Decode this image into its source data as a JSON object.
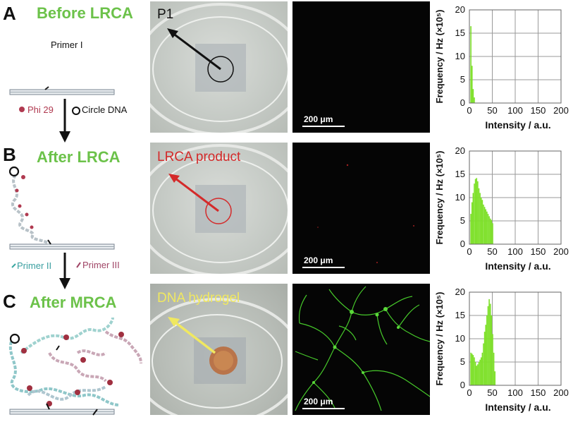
{
  "rows": [
    {
      "letter": "A",
      "title": "Before LRCA",
      "photo_label": "P1",
      "photo_label_color": "#111111",
      "scale_bar": "200 μm",
      "diagram": {
        "primer": "Primer I",
        "enzyme": "Phi 29",
        "circle": "Circle DNA"
      }
    },
    {
      "letter": "B",
      "title": "After LRCA",
      "photo_label": "LRCA product",
      "photo_label_color": "#d42a2a",
      "scale_bar": "200 μm",
      "diagram": {
        "primer2": "Primer II",
        "primer3": "Primer III"
      }
    },
    {
      "letter": "C",
      "title": "After MRCA",
      "photo_label": "DNA hydrogel",
      "photo_label_color": "#f0e860",
      "scale_bar": "200 μm"
    }
  ],
  "colors": {
    "title_green": "#6cc24a",
    "bar_green": "#7ee02a"
  },
  "chart_data": [
    {
      "type": "bar",
      "x_range": [
        0,
        200
      ],
      "bin_width": 2.5,
      "x_start": 2,
      "values": [
        16.5,
        8,
        3,
        1.2
      ],
      "xlabel": "Intensity / a.u.",
      "ylabel": "Frequency / Hz (×10⁵)",
      "xticks": [
        0,
        50,
        100,
        150,
        200
      ],
      "yticks": [
        0,
        5,
        10,
        15,
        20
      ],
      "ylim": [
        0,
        20
      ],
      "grid": true
    },
    {
      "type": "bar",
      "x_range": [
        0,
        200
      ],
      "bin_width": 2.5,
      "x_start": 2,
      "values": [
        6.5,
        9,
        11,
        13,
        14,
        14.2,
        13.5,
        12,
        11,
        10,
        9.5,
        8.5,
        8,
        7.5,
        7,
        6.5,
        6,
        5.5,
        5.2,
        4.5
      ],
      "xlabel": "Intensity / a.u.",
      "ylabel": "Frequency / Hz (×10⁵)",
      "xticks": [
        0,
        50,
        100,
        150,
        200
      ],
      "yticks": [
        0,
        5,
        10,
        15,
        20
      ],
      "ylim": [
        0,
        20
      ],
      "grid": true
    },
    {
      "type": "bar",
      "x_range": [
        0,
        200
      ],
      "bin_width": 2.5,
      "x_start": 2,
      "values": [
        7,
        6.8,
        6.5,
        6,
        5,
        4.2,
        4.5,
        5,
        5.5,
        6,
        7,
        9,
        11.5,
        13,
        15,
        17,
        18.5,
        17.5,
        15,
        11,
        7,
        3
      ],
      "xlabel": "Intensity / a.u.",
      "ylabel": "Frequency / Hz (×10⁵)",
      "xticks": [
        0,
        50,
        100,
        150,
        200
      ],
      "yticks": [
        0,
        5,
        10,
        15,
        20
      ],
      "ylim": [
        0,
        20
      ],
      "grid": true
    }
  ]
}
